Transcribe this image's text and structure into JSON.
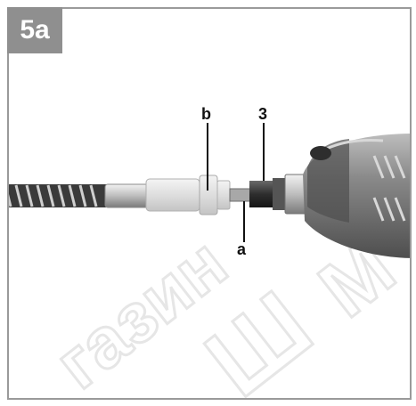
{
  "figure": {
    "label": "5a"
  },
  "callouts": {
    "b": "b",
    "three": "3",
    "a": "a"
  },
  "colors": {
    "badge_bg": "#8f8f8f",
    "frame_border": "#9a9a9a",
    "tool_body": "#8c8c8c",
    "watermark": "#ececec"
  },
  "icons": {
    "tool": "rotary-tool-with-flexible-shaft"
  }
}
